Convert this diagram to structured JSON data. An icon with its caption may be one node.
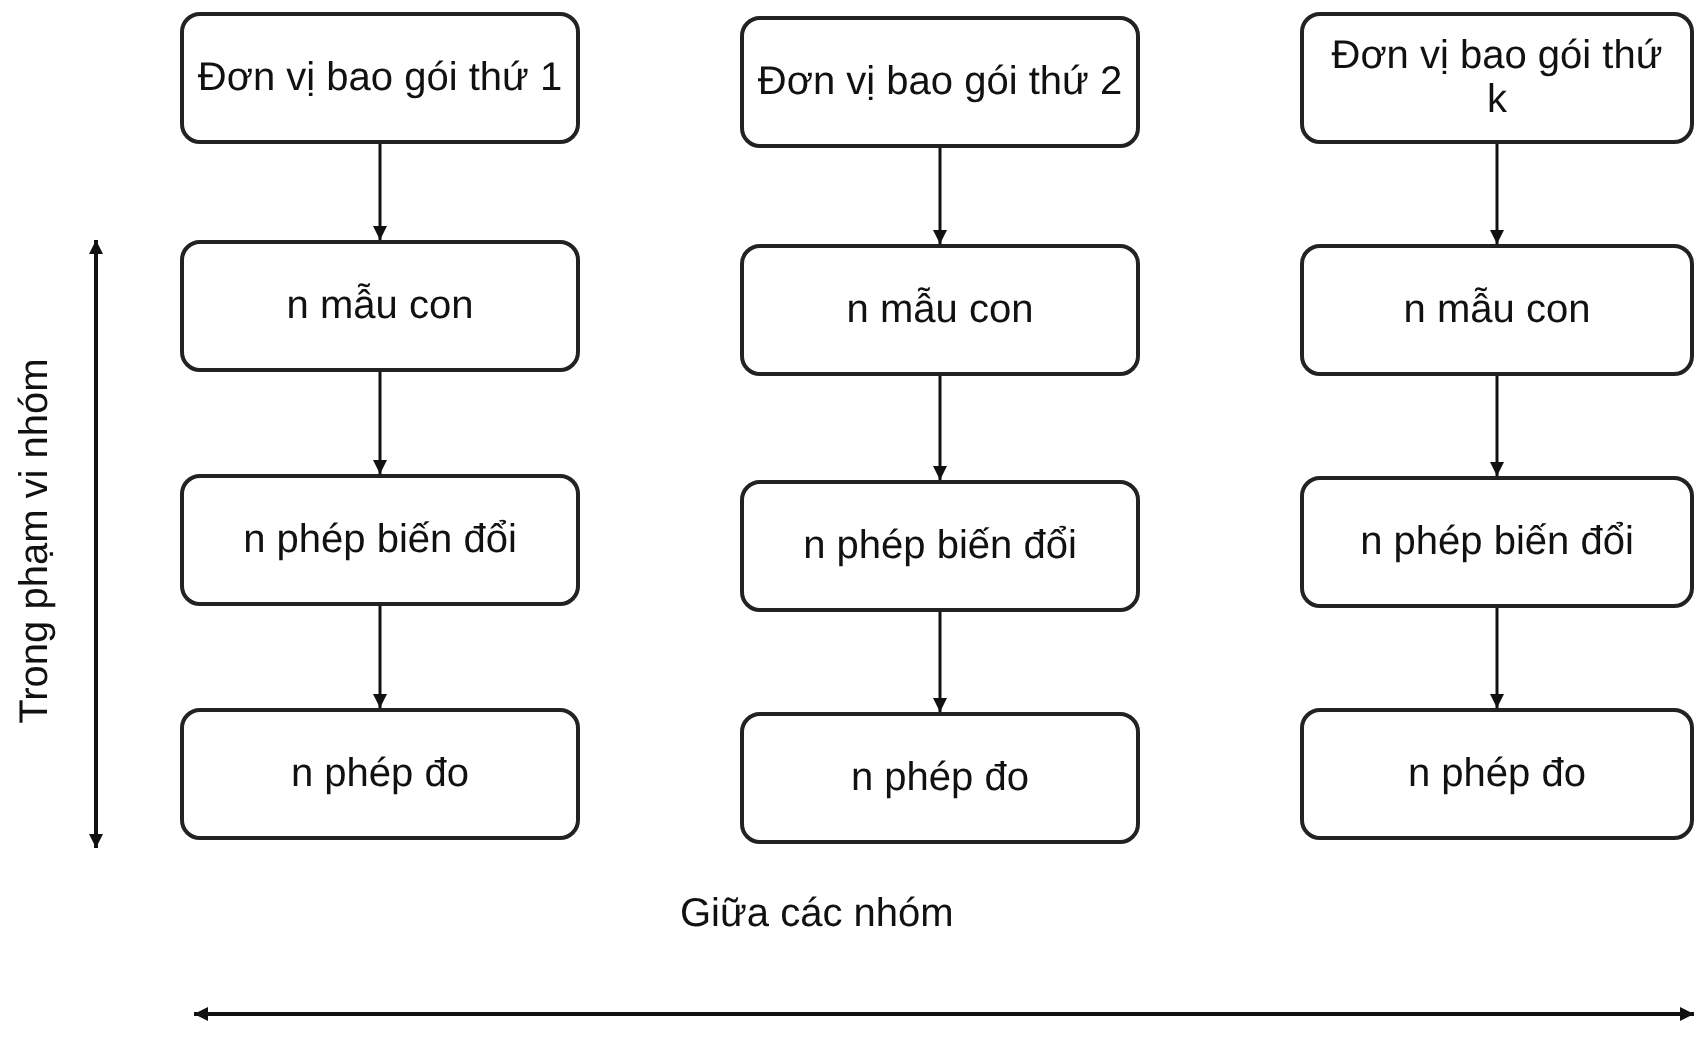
{
  "diagram": {
    "nodes": [
      {
        "text": [
          "Đơn vị bao gói thứ 1"
        ]
      },
      {
        "text": [
          "Đơn vị bao gói thứ 2"
        ]
      },
      {
        "text": [
          "Đơn vị bao gói thứ k"
        ]
      },
      {
        "text": [
          "n mẫu con"
        ]
      },
      {
        "text": [
          "n mẫu con"
        ]
      },
      {
        "text": [
          "n mẫu con"
        ]
      },
      {
        "text": [
          "n phép biến đổi"
        ]
      },
      {
        "text": [
          "n phép biến đổi"
        ]
      },
      {
        "text": [
          "n phép biến đổi"
        ]
      },
      {
        "text": [
          "n phép đo"
        ]
      },
      {
        "text": [
          "n phép đo"
        ]
      },
      {
        "text": [
          "n phép đo"
        ]
      }
    ],
    "edges": [
      {
        "from": 0,
        "to": 3,
        "arrow": "to"
      },
      {
        "from": 3,
        "to": 6,
        "arrow": "to"
      },
      {
        "from": 6,
        "to": 9,
        "arrow": "to"
      },
      {
        "from": 1,
        "to": 4,
        "arrow": "to"
      },
      {
        "from": 4,
        "to": 7,
        "arrow": "to"
      },
      {
        "from": 7,
        "to": 10,
        "arrow": "to"
      },
      {
        "from": 2,
        "to": 5,
        "arrow": "to"
      },
      {
        "from": 5,
        "to": 8,
        "arrow": "to"
      },
      {
        "from": 8,
        "to": 11,
        "arrow": "to"
      }
    ],
    "labels": [
      "Trong phạm vi nhóm",
      "Giữa các nhóm"
    ]
  }
}
